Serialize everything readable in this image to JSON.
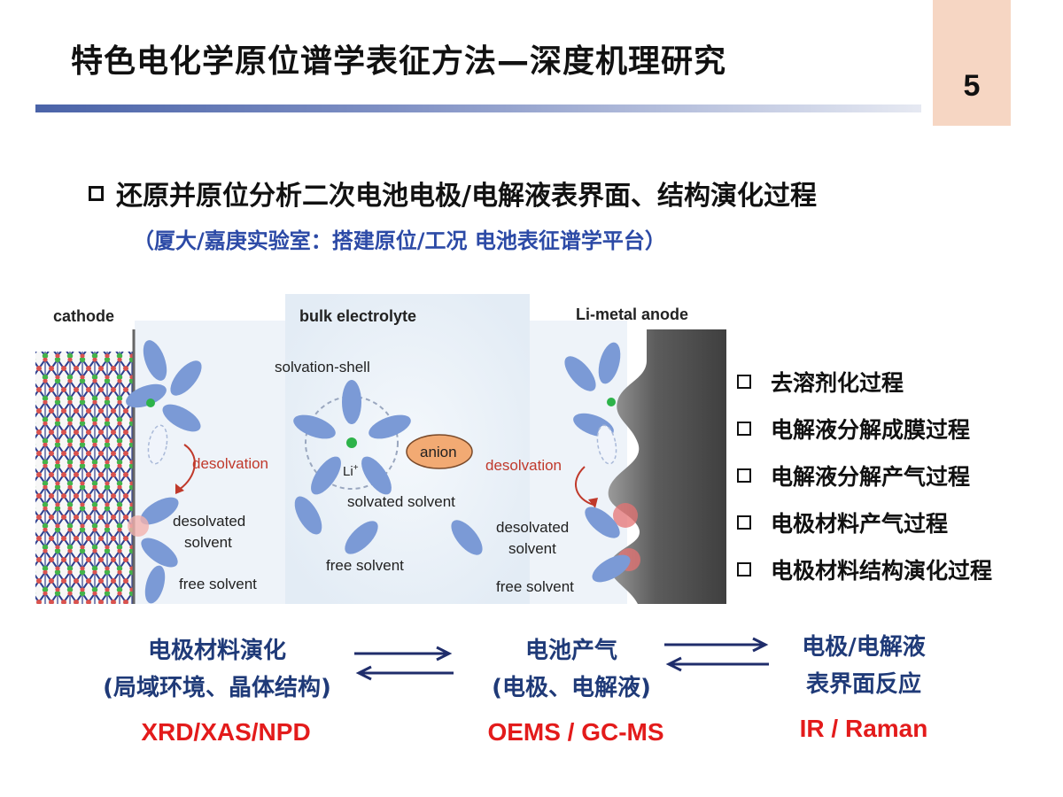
{
  "header": {
    "title": "特色电化学原位谱学表征方法—深度机理研究",
    "page_number": "5"
  },
  "heading": "还原并原位分析二次电池电极/电解液表界面、结构演化过程",
  "subheading": "（厦大/嘉庚实验室：搭建原位/工况 电池表征谱学平台）",
  "figure": {
    "labels": {
      "cathode": "cathode",
      "bulk": "bulk electrolyte",
      "anode": "Li-metal anode",
      "solvation_shell": "solvation-shell",
      "li_ion": "Li",
      "li_sup": "+",
      "anion": "anion",
      "solvated_solvent": "solvated solvent",
      "free_solvent_center": "free solvent",
      "desolvation_left": "desolvation",
      "desolvated_left_1": "desolvated",
      "desolvated_left_2": "solvent",
      "free_solvent_left": "free solvent",
      "desolvation_right": "desolvation",
      "desolvated_right_1": "desolvated",
      "desolvated_right_2": "solvent",
      "free_solvent_right": "free solvent"
    },
    "colors": {
      "solvent": "#7b9ad6",
      "anion": "#f2aa73",
      "li": "#2db34a",
      "desolvation": "#c0392b",
      "cathode_red": "#d9534f",
      "cathode_blue": "#2d3f8f",
      "cathode_green": "#44b34a"
    }
  },
  "processes": [
    "去溶剂化过程",
    "电解液分解成膜过程",
    "电解液分解产气过程",
    "电极材料产气过程",
    "电极材料结构演化过程"
  ],
  "nodes": {
    "left": {
      "line1": "电极材料演化",
      "line2": "(局域环境、晶体结构)",
      "tech": "XRD/XAS/NPD"
    },
    "middle": {
      "line1": "电池产气",
      "line2": "(电极、电解液)",
      "tech": "OEMS / GC-MS"
    },
    "right": {
      "line1": "电极/电解液",
      "line2": "表界面反应",
      "tech": "IR / Raman"
    }
  },
  "colors": {
    "title_bar": "#4a63a8",
    "page_box": "#f6d6c3",
    "subheading": "#2c4aa6",
    "node_text": "#1f3a78",
    "tech_text": "#e31b1b",
    "arrow": "#1f2d6b"
  }
}
